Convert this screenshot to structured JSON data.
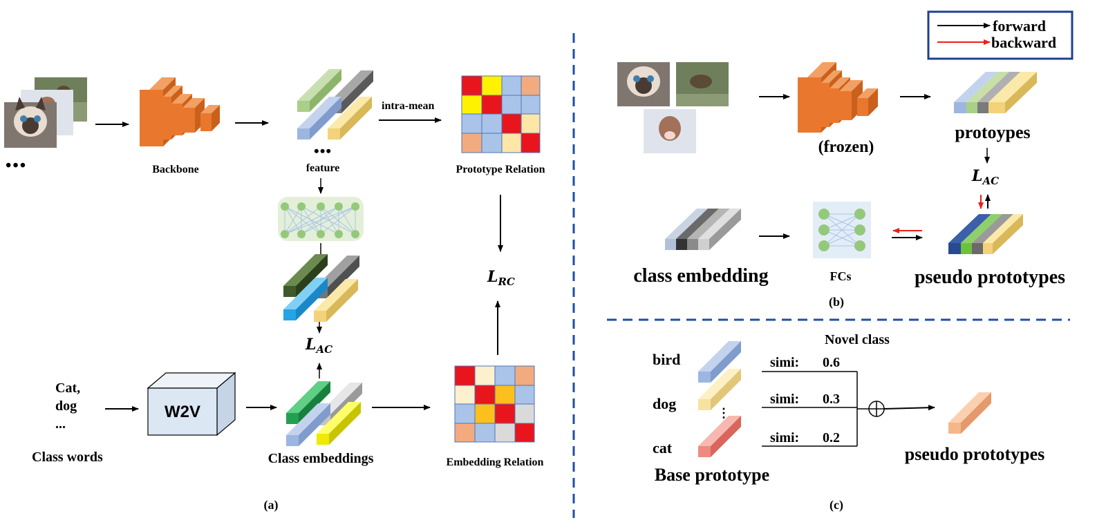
{
  "panel_a": {
    "caption": "(a)",
    "backbone_label": "Backbone",
    "feature_label": "feature",
    "intra_mean_label": "intra-mean",
    "prototype_relation_label": "Prototype Relation",
    "lac_main": "L",
    "lac_sub": "AC",
    "lrc_main": "L",
    "lrc_sub": "RC",
    "class_words_lines": [
      "Cat,",
      "dog",
      "..."
    ],
    "class_words_label": "Class words",
    "w2v_label": "W2V",
    "class_embeddings_label": "Class embeddings",
    "embedding_relation_label": "Embedding Relation",
    "dots": "•••"
  },
  "panel_b": {
    "caption": "(b)",
    "frozen_label": "(frozen)",
    "protoypes_label": "protoypes",
    "lac_main": "L",
    "lac_sub": "AC",
    "class_embedding_label": "class embedding",
    "fcs_label": "FCs",
    "pseudo_prototypes_label": "pseudo prototypes"
  },
  "panel_c": {
    "caption": "(c)",
    "novel_class_label": "Novel class",
    "classes": [
      "bird",
      "dog",
      "cat"
    ],
    "simi_label": "simi:",
    "simi_values": [
      "0.6",
      "0.3",
      "0.2"
    ],
    "base_prototype_label": "Base prototype",
    "pseudo_prototypes_label": "pseudo prototypes"
  },
  "legend": {
    "forward_label": "forward",
    "backward_label": "backward",
    "forward_color": "#000000",
    "backward_color": "#e8201a",
    "border_color": "#1f3f8f"
  },
  "colors": {
    "backbone_orange": "#e9782e",
    "grid_red": "#e8161c",
    "grid_yellow": "#fff200",
    "grid_blue": "#a9c4e8",
    "grid_peach": "#f2ab7e",
    "grid_cream": "#fde6a6",
    "divider_blue": "#1f4fa0"
  }
}
